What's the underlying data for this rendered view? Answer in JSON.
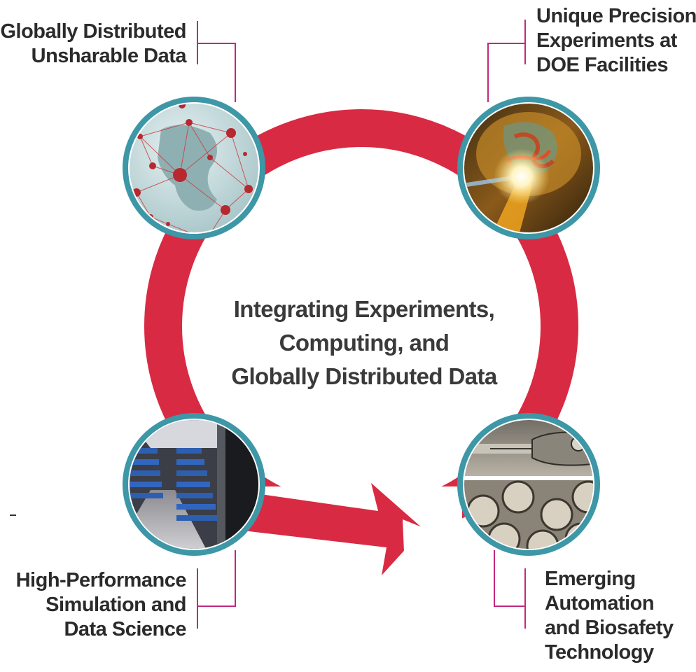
{
  "title": {
    "line1": "Integrating Experiments,",
    "line2": "Computing, and",
    "line3": "Globally Distributed Data"
  },
  "nodes": [
    {
      "id": "top-left",
      "lines": [
        "Globally Distributed",
        "Unsharable Data"
      ],
      "image": "globe-network-image"
    },
    {
      "id": "top-right",
      "lines": [
        "Unique Precision",
        "Experiments at",
        "DOE Facilities"
      ],
      "image": "protein-beam-image"
    },
    {
      "id": "bottom-left",
      "lines": [
        "High-Performance",
        "Simulation and",
        "Data Science"
      ],
      "image": "supercomputer-datacenter-image"
    },
    {
      "id": "bottom-right",
      "lines": [
        "Emerging",
        "Automation",
        "and Biosafety",
        "Technology"
      ],
      "image": "microfluidic-droplets-image"
    }
  ],
  "colors": {
    "ring": "#d92a43",
    "circle_border": "#3d97a6",
    "connector": "#c2287f",
    "text": "#2b2b2b"
  }
}
